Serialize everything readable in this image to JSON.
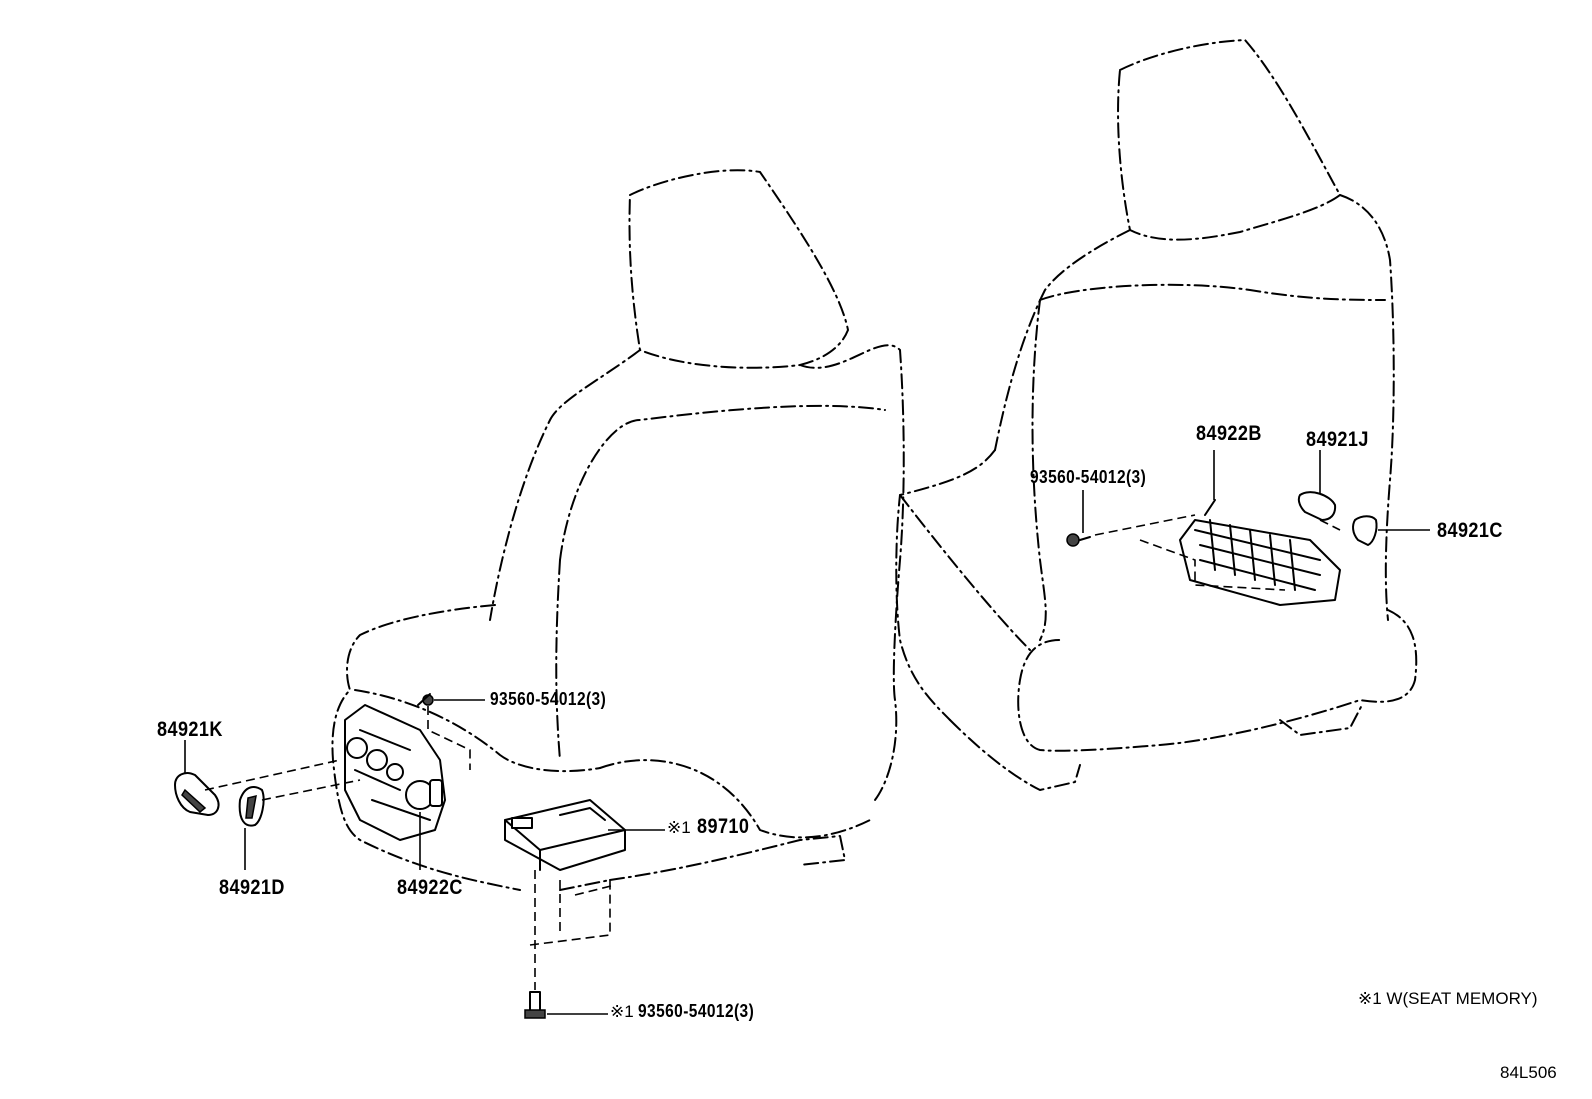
{
  "diagram": {
    "labels": {
      "front_bolt": "93560-54012(3)",
      "rear_bolt": "93560-54012(3)",
      "bottom_bolt": "93560-54012(3)",
      "bottom_bolt_mark": "※1",
      "ecu_mark": "※1",
      "ecu_part": "89710",
      "knob_k": "84921K",
      "knob_d": "84921D",
      "switch_c": "84922C",
      "switch_b": "84922B",
      "knob_j": "84921J",
      "knob_c": "84921C"
    },
    "footnote": "※1 W(SEAT MEMORY)",
    "figure_code": "84L506"
  }
}
